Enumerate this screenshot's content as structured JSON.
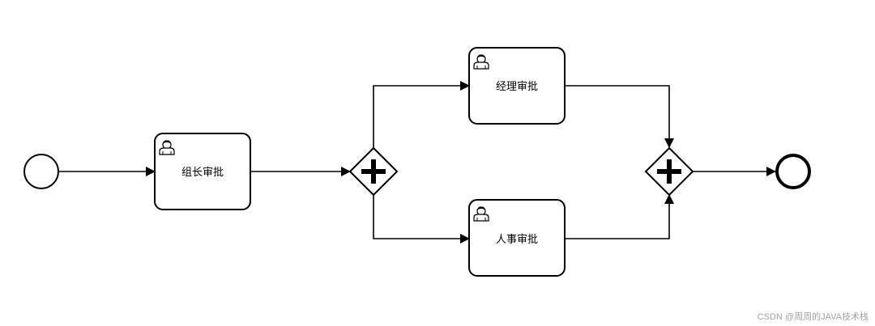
{
  "diagram": {
    "start_event": {
      "label": ""
    },
    "end_event": {
      "label": ""
    },
    "tasks": [
      {
        "id": "leader",
        "label": "组长审批",
        "type": "user-task",
        "icon": "user-icon"
      },
      {
        "id": "manager",
        "label": "经理审批",
        "type": "user-task",
        "icon": "user-icon"
      },
      {
        "id": "hr",
        "label": "人事审批",
        "type": "user-task",
        "icon": "user-icon"
      }
    ],
    "gateways": [
      {
        "id": "split",
        "type": "parallel",
        "icon": "plus-icon"
      },
      {
        "id": "join",
        "type": "parallel",
        "icon": "plus-icon"
      }
    ],
    "flows": [
      {
        "from": "start",
        "to": "leader"
      },
      {
        "from": "leader",
        "to": "split"
      },
      {
        "from": "split",
        "to": "manager"
      },
      {
        "from": "split",
        "to": "hr"
      },
      {
        "from": "manager",
        "to": "join"
      },
      {
        "from": "hr",
        "to": "join"
      },
      {
        "from": "join",
        "to": "end"
      }
    ]
  },
  "watermark": "CSDN @周周的JAVA技术栈",
  "colors": {
    "stroke": "#000000",
    "fill": "#ffffff",
    "watermark": "#a0a0a0"
  }
}
